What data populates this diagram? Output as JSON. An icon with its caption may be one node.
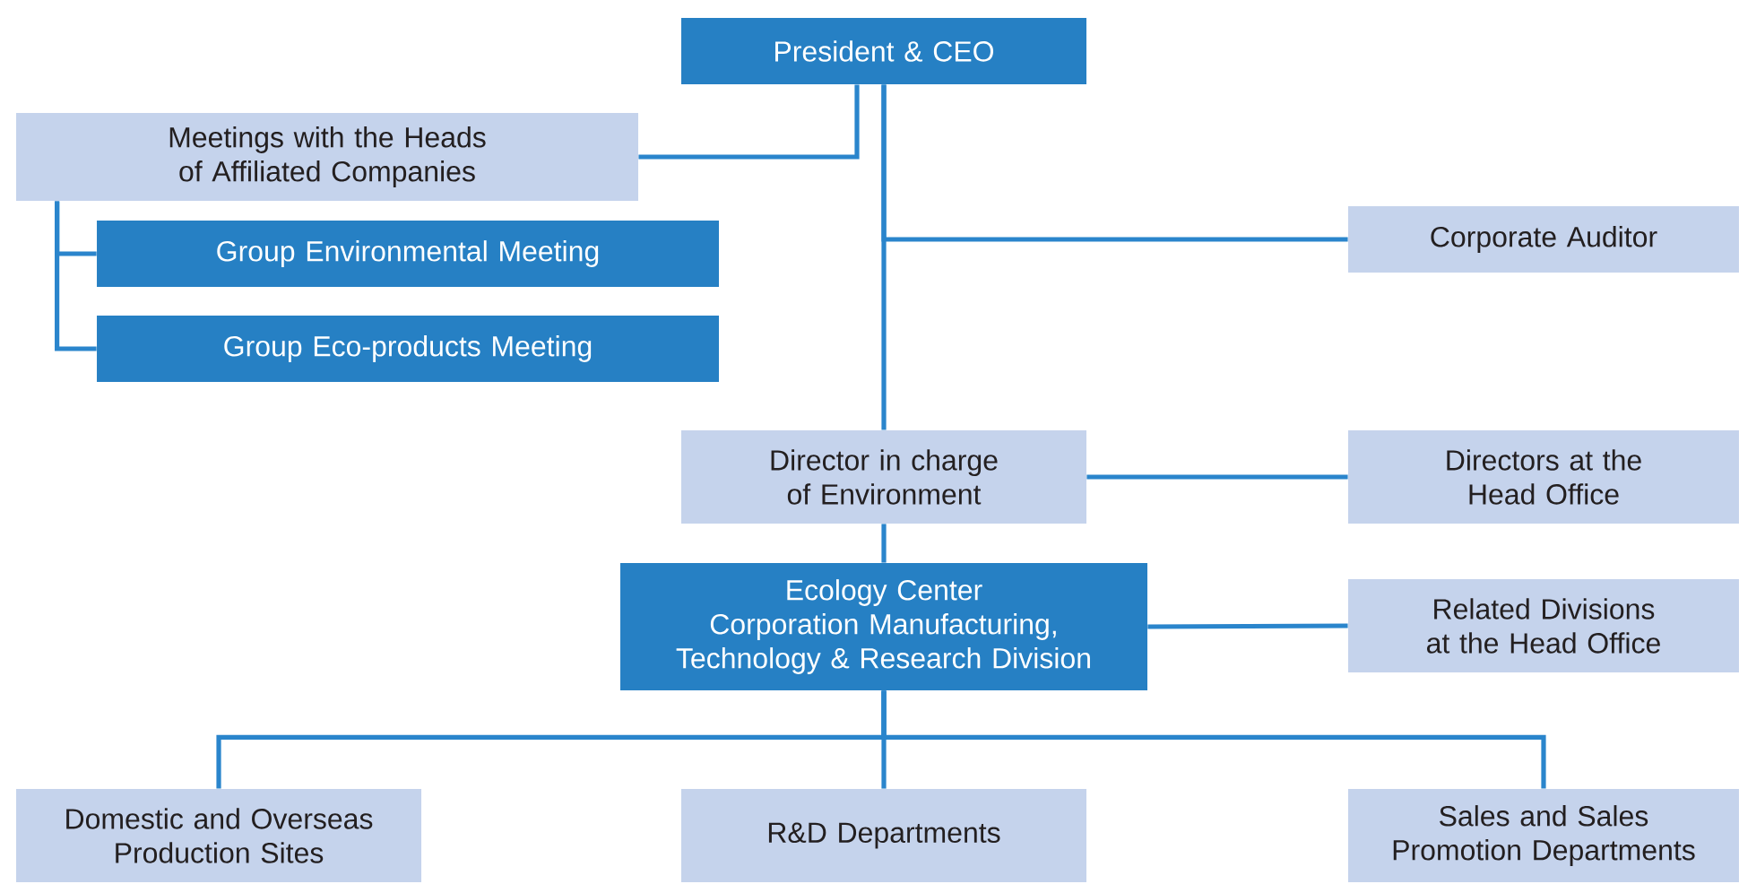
{
  "diagram": {
    "nodes": [
      {
        "text": [
          "President & CEO"
        ]
      },
      {
        "text": [
          "Meetings with the Heads of Affiliated Companies"
        ]
      },
      {
        "text": [
          "Group Environmental Meeting"
        ]
      },
      {
        "text": [
          "Group Eco-products Meeting"
        ]
      },
      {
        "text": [
          "Corporate Auditor"
        ]
      },
      {
        "text": [
          "Director in charge of Environment"
        ]
      },
      {
        "text": [
          "Directors at the Head Office"
        ]
      },
      {
        "text": [
          "Ecology Center",
          "Corporation Manufacturing, Technology & Research Division"
        ]
      },
      {
        "text": [
          "Related Divisions at the Head Office"
        ]
      },
      {
        "text": [
          "Domestic and Overseas Production Sites"
        ]
      },
      {
        "text": [
          "R&D Departments"
        ]
      },
      {
        "text": [
          "Sales and Sales Promotion Departments"
        ]
      }
    ],
    "edges": [
      {
        "from": 0,
        "to": 1,
        "arrow": "none"
      },
      {
        "from": 1,
        "to": 2,
        "arrow": "none"
      },
      {
        "from": 1,
        "to": 3,
        "arrow": "none"
      },
      {
        "from": 0,
        "to": 4,
        "arrow": "none"
      },
      {
        "from": 0,
        "to": 5,
        "arrow": "none"
      },
      {
        "from": 5,
        "to": 6,
        "arrow": "none"
      },
      {
        "from": 5,
        "to": 7,
        "arrow": "none"
      },
      {
        "from": 7,
        "to": 8,
        "arrow": "none"
      },
      {
        "from": 7,
        "to": 9,
        "arrow": "none"
      },
      {
        "from": 7,
        "to": 10,
        "arrow": "none"
      },
      {
        "from": 7,
        "to": 11,
        "arrow": "none"
      }
    ]
  }
}
